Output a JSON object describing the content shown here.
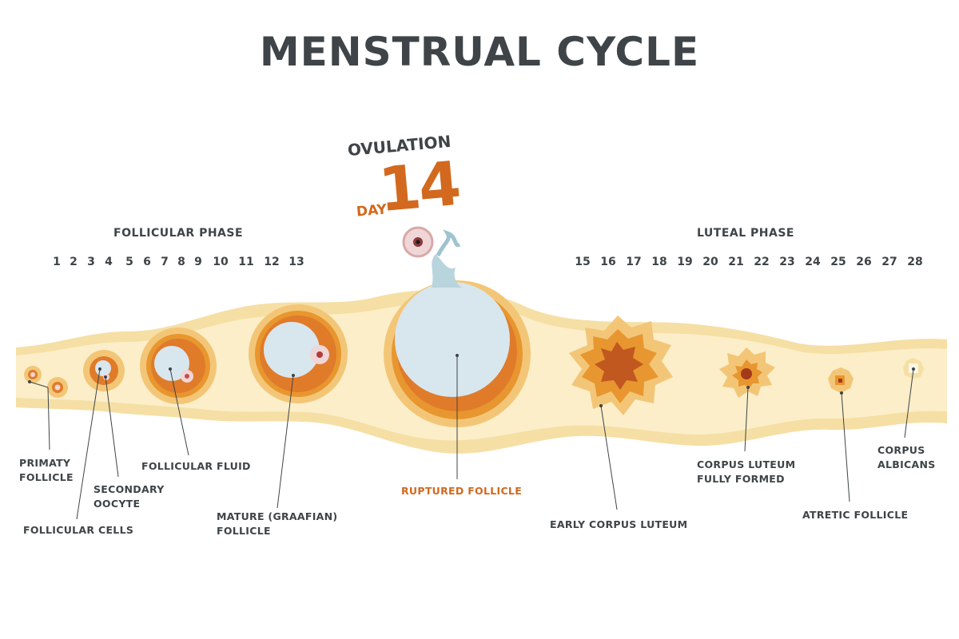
{
  "title": "MENSTRUAL CYCLE",
  "ovulation": {
    "label": "OVULATION",
    "day_word": "DAY",
    "day_number": "14"
  },
  "phases": {
    "follicular": "FOLLICULAR  PHASE",
    "luteal": "LUTEAL PHASE"
  },
  "days_follicular": [
    "1",
    "2",
    "3",
    "4",
    "5",
    "6",
    "7",
    "8",
    "9",
    "10",
    "11",
    "12",
    "13"
  ],
  "days_luteal": [
    "15",
    "16",
    "17",
    "18",
    "19",
    "20",
    "21",
    "22",
    "23",
    "24",
    "25",
    "26",
    "27",
    "28"
  ],
  "labels": {
    "primary_follicle": [
      "PRIMATY",
      "FOLLICLE"
    ],
    "secondary_oocyte": [
      "SECONDARY",
      "OOCYTE"
    ],
    "follicular_cells": [
      "FOLLICULAR CELLS"
    ],
    "follicular_fluid": [
      "FOLLICULAR FLUID"
    ],
    "mature_follicle": [
      "MATURE (GRAAFIAN)",
      "FOLLICLE"
    ],
    "ruptured_follicle": [
      "RUPTURED FOLLICLE"
    ],
    "early_corpus_luteum": [
      "EARLY CORPUS LUTEUM"
    ],
    "corpus_luteum_formed": [
      "CORPUS LUTEUM",
      "FULLY FORMED"
    ],
    "atretic_follicle": [
      "ATRETIC FOLLICLE"
    ],
    "corpus_albicans": [
      "CORPUS",
      "ALBICANS"
    ]
  },
  "colors": {
    "text": "#3e4447",
    "accent": "#d2691e",
    "tissue": "#f6dfa4",
    "tissue_inner": "#fbeec9",
    "follicle_ring": "#e07b2a",
    "fluid": "#d8e6ee"
  }
}
